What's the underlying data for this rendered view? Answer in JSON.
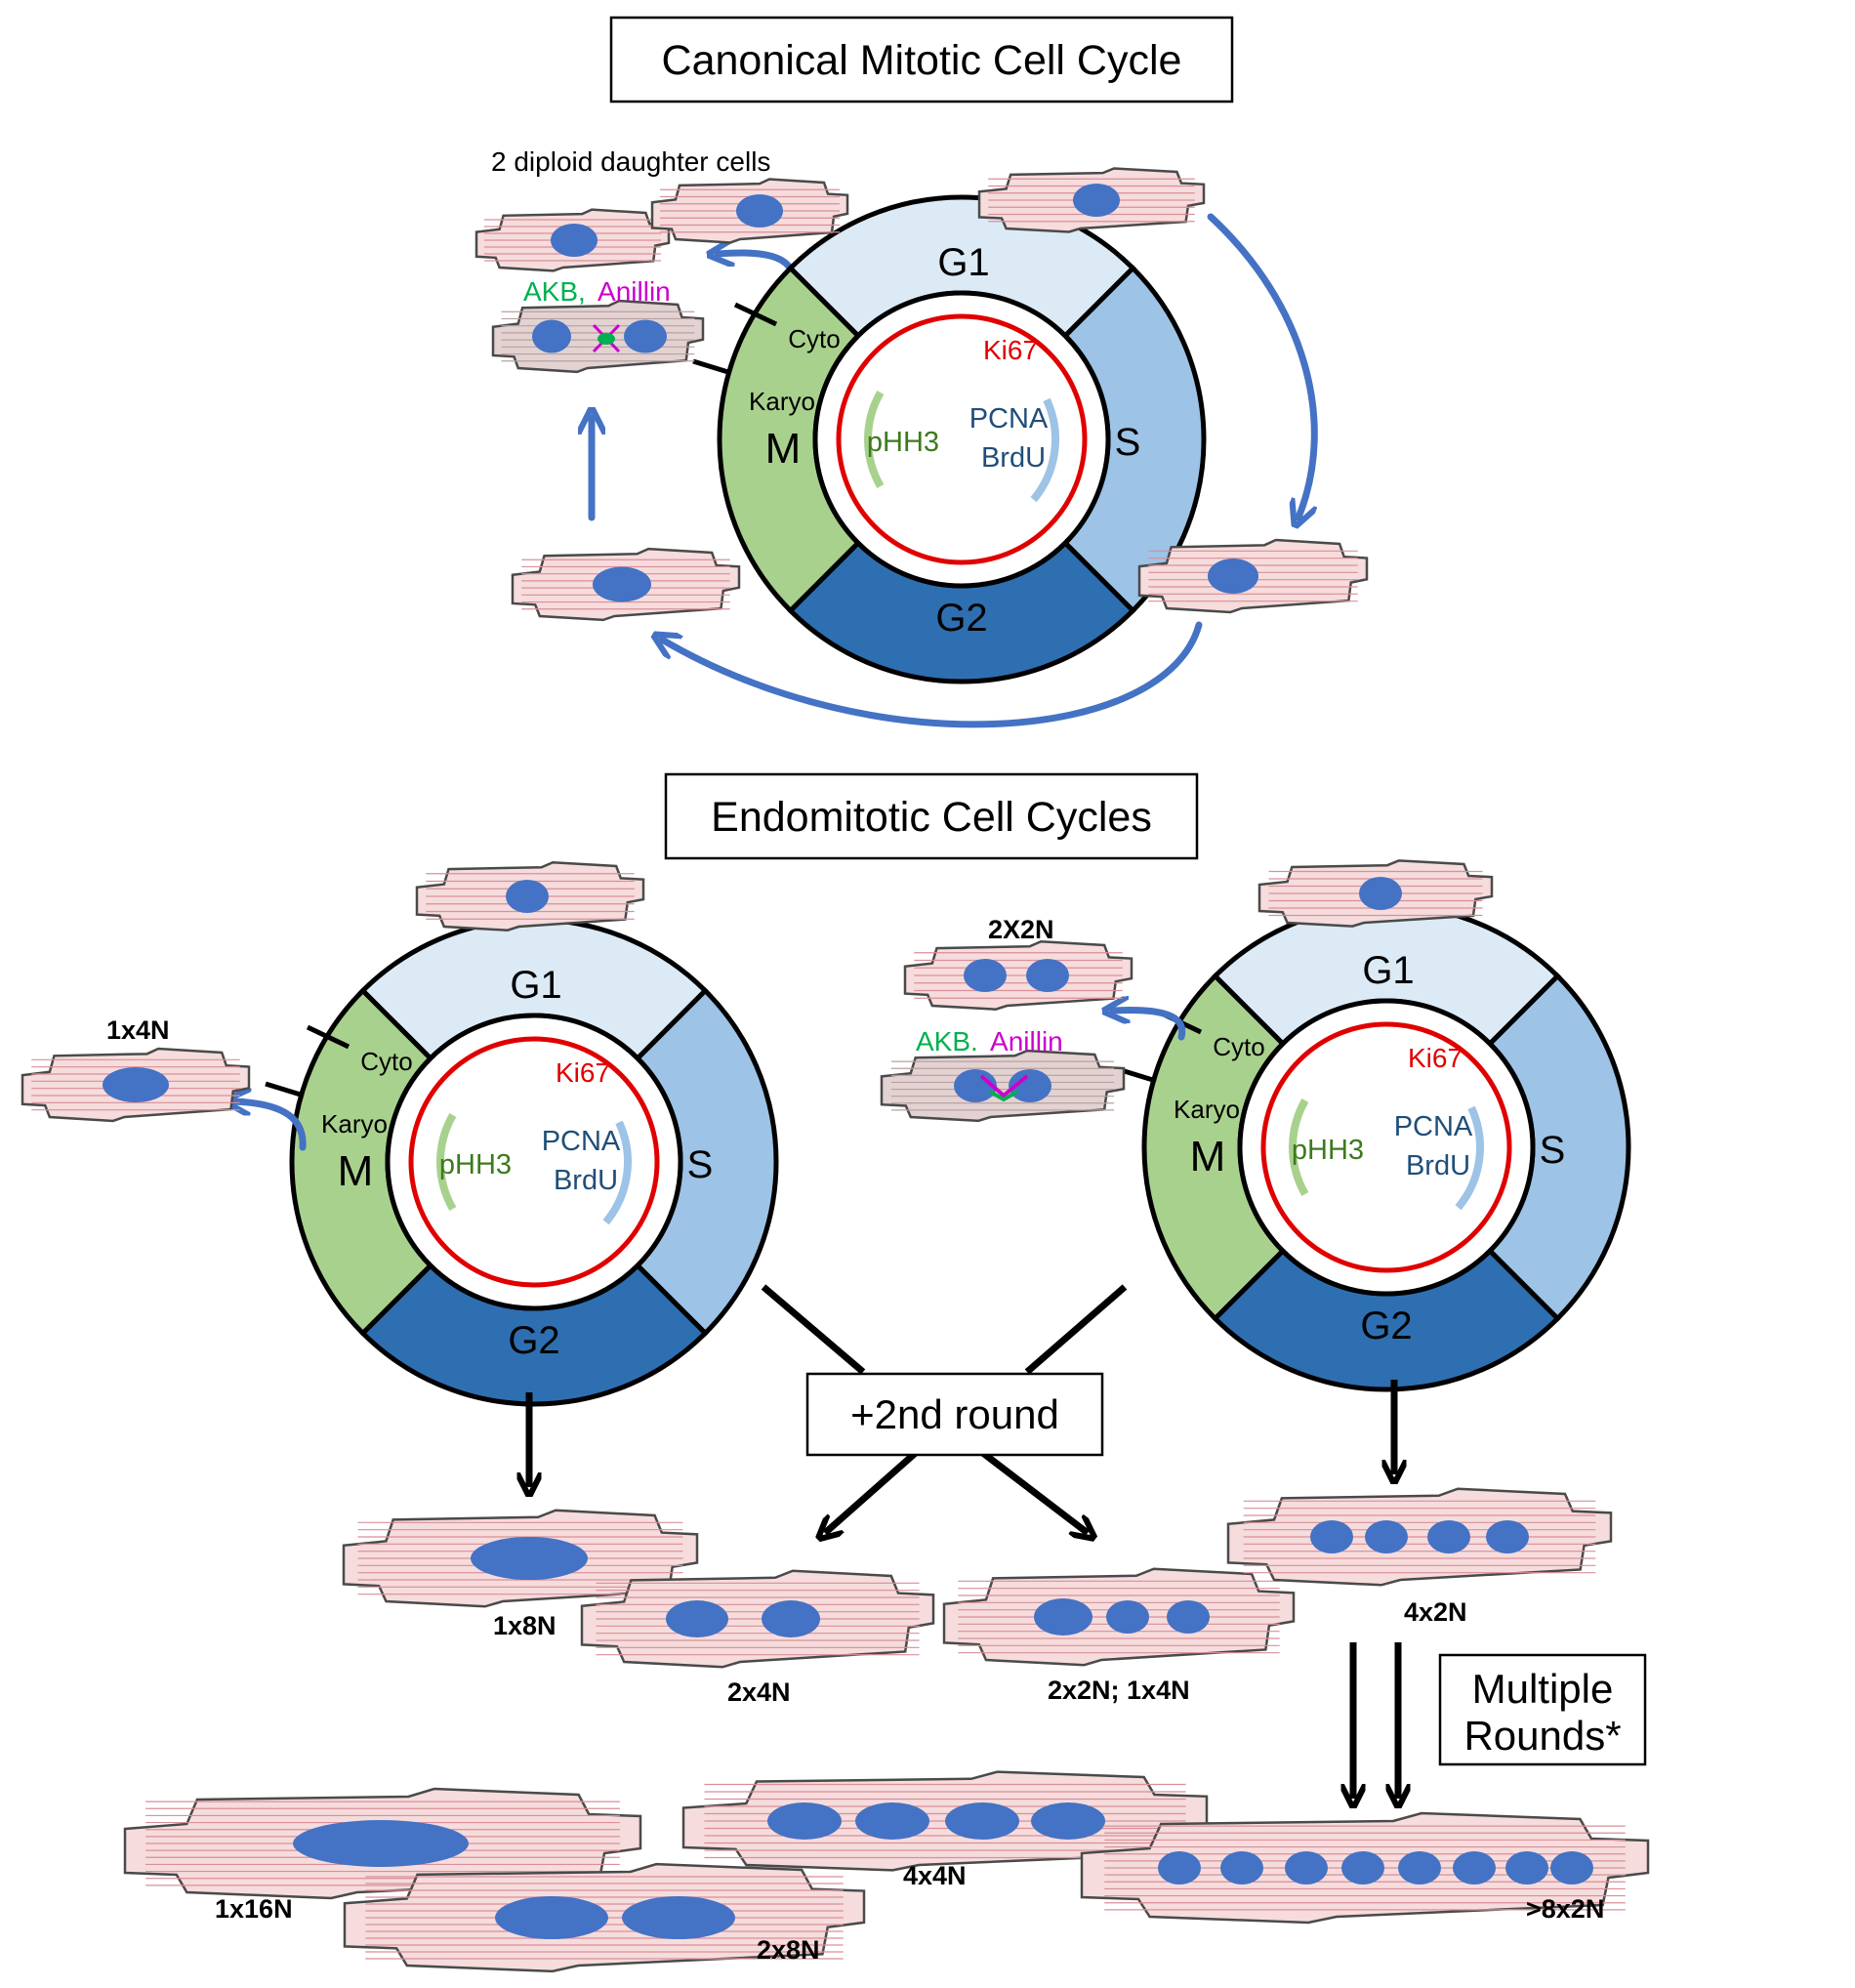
{
  "colors": {
    "blue_arrow": "#4472c4",
    "nucleus": "#4472c4",
    "cell_fill": "#f6dcdc",
    "cell_stroke": "#4a4a4a",
    "cell_stripe": "#d98f99",
    "g1": "#dceaf6",
    "s": "#9dc3e6",
    "g2": "#2e6fb1",
    "m": "#a9d18e",
    "ki67": "#e00000",
    "phh3_text": "#3d7a1e",
    "phh3_arc": "#a9d18e",
    "pcna_text": "#1f4e79",
    "pcna_arc": "#9dc3e6",
    "akb": "#00b050",
    "anillin": "#cc00cc",
    "label": "#000000"
  },
  "titles": {
    "mitotic": "Canonical Mitotic Cell Cycle",
    "endomitotic": "Endomitotic Cell Cycles",
    "second_round": "+2nd round",
    "multiple_rounds_1": "Multiple",
    "multiple_rounds_2": "Rounds*"
  },
  "wheel_labels": {
    "g1": "G1",
    "s": "S",
    "g2": "G2",
    "m": "M",
    "ki67": "Ki67",
    "phh3": "pHH3",
    "pcna": "PCNA",
    "brdu": "BrdU",
    "cyto": "Cyto",
    "karyo": "Karyo"
  },
  "markers": {
    "akb": "AKB,",
    "akb_dot": "AKB.",
    "anillin": "Anillin"
  },
  "cell_labels": {
    "daughters": "2 diploid daughter cells",
    "c1x4N": "1x4N",
    "c2X2N": "2X2N",
    "c1x8N": "1x8N",
    "c2x4N": "2x4N",
    "c2x2N_1x4N": "2x2N; 1x4N",
    "c4x2N": "4x2N",
    "c1x16N": "1x16N",
    "c2x8N": "2x8N",
    "c4x4N": "4x4N",
    "c_gt8x2N": ">8x2N"
  }
}
